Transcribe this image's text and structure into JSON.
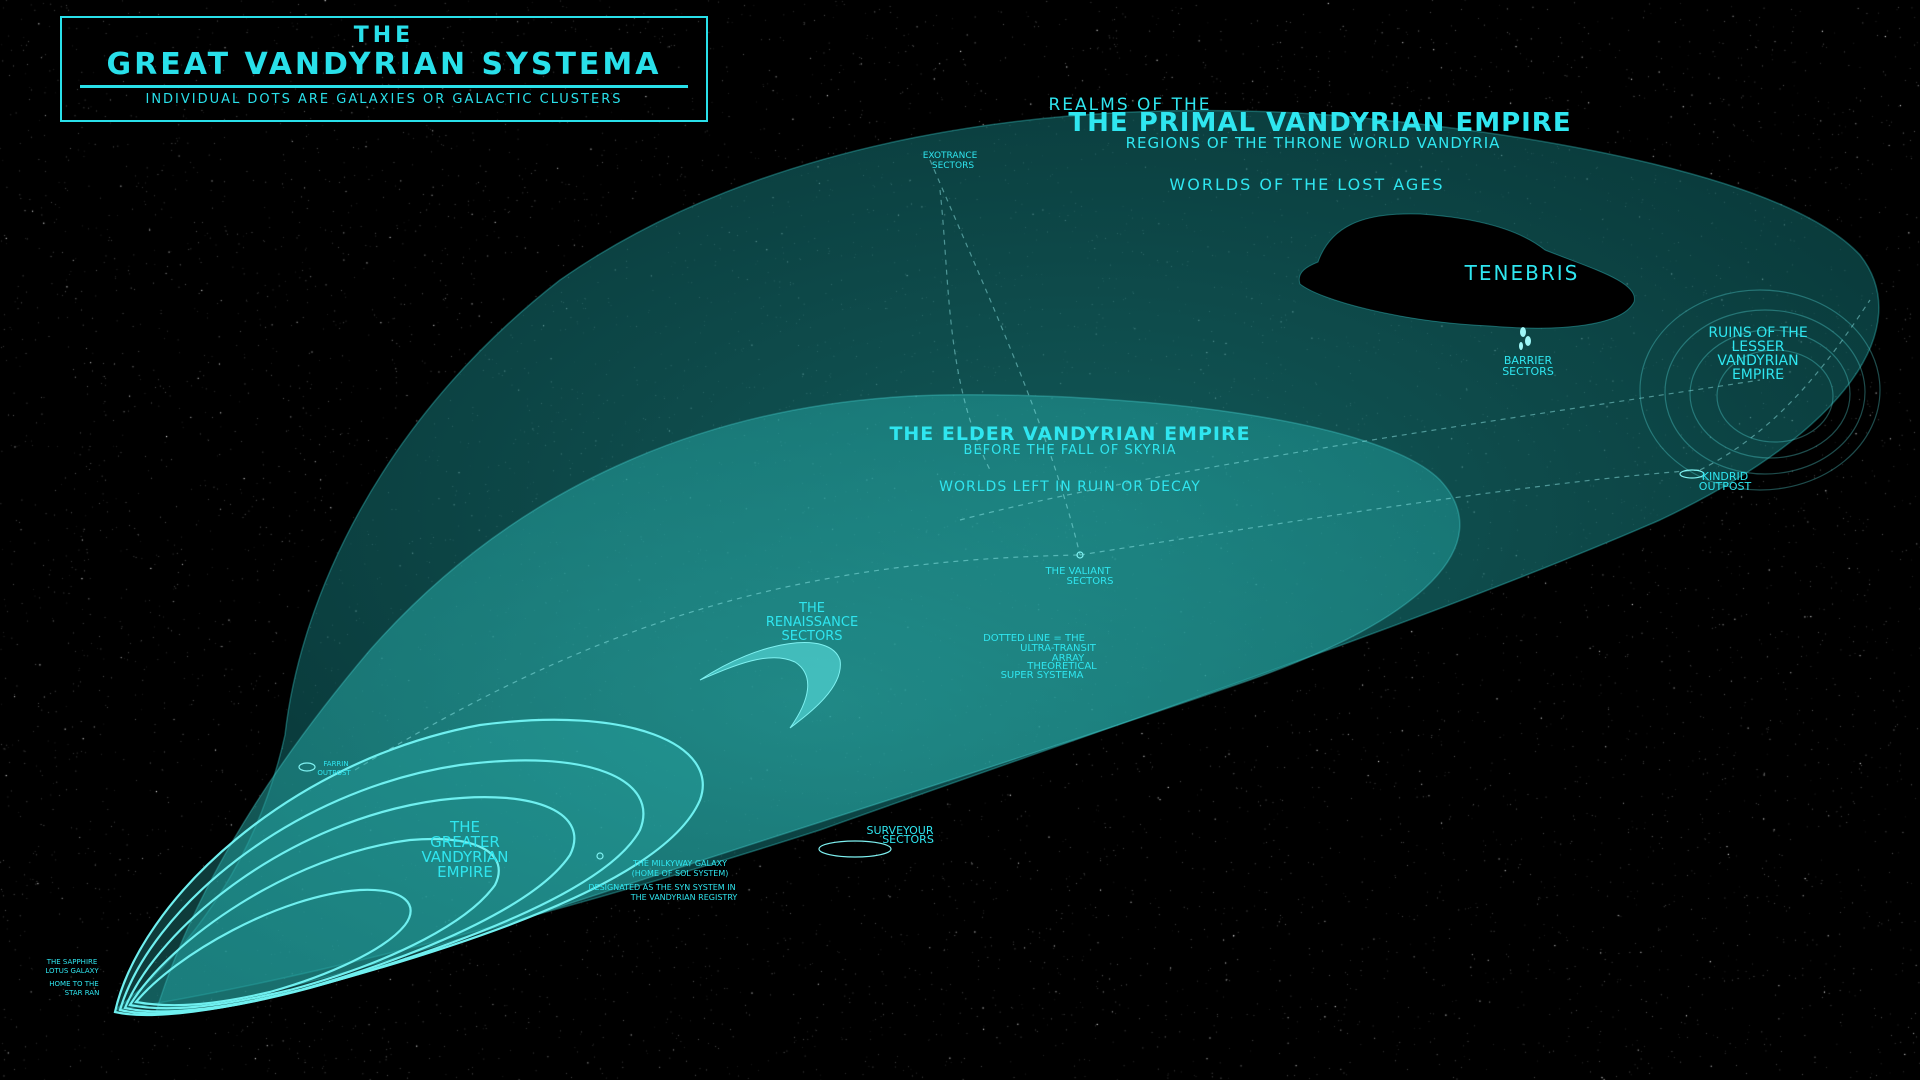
{
  "title": {
    "pre": "The",
    "main": "Great Vandyrian Systema",
    "subtitle": "Individual dots are galaxies or galactic clusters"
  },
  "labels": {
    "primal_realms": "Realms of the",
    "primal_empire": "The Primal Vandyrian Empire",
    "primal_regions": "Regions of the Throne World Vandyria",
    "lost_ages": "Worlds of the Lost Ages",
    "tenebris": "Tenebris",
    "exotrance_1": "Exotrance",
    "exotrance_2": "Sectors",
    "barrier_1": "Barrier",
    "barrier_2": "Sectors",
    "lesser_1": "Ruins of the",
    "lesser_2": "Lesser",
    "lesser_3": "Vandyrian",
    "lesser_4": "Empire",
    "kindrid_1": "Kindrid",
    "kindrid_2": "Outpost",
    "elder_empire": "The Elder Vandyrian Empire",
    "elder_before": "Before the Fall of Skyria",
    "elder_ruin": "Worlds left in ruin or decay",
    "valiant_1": "The Valiant",
    "valiant_2": "Sectors",
    "dotted_1": "Dotted line = the",
    "dotted_2": "Ultra-Transit",
    "dotted_3": "Array",
    "theoretical_1": "Theoretical",
    "theoretical_2": "Super Systema",
    "renaissance_1": "The",
    "renaissance_2": "Renaissance",
    "renaissance_3": "Sectors",
    "greater_1": "The",
    "greater_2": "Greater",
    "greater_3": "Vandyrian",
    "greater_4": "Empire",
    "milkyway_1": "The Milkyway Galaxy",
    "milkyway_2": "(home of Sol System)",
    "designated_1": "Designated as the Syn System in",
    "designated_2": "the Vandyrian Registry",
    "surveyour_1": "Surveyour",
    "surveyour_2": "Sectors",
    "farrin_1": "Farrin",
    "farrin_2": "Outpost",
    "sapphire_1": "The Sapphire",
    "sapphire_2": "Lotus Galaxy",
    "hometo_1": "Home to the",
    "hometo_2": "Star Ran"
  },
  "colors": {
    "accent": "#29e0ea",
    "region_fill": "#1a8a8a",
    "background": "#000000"
  }
}
